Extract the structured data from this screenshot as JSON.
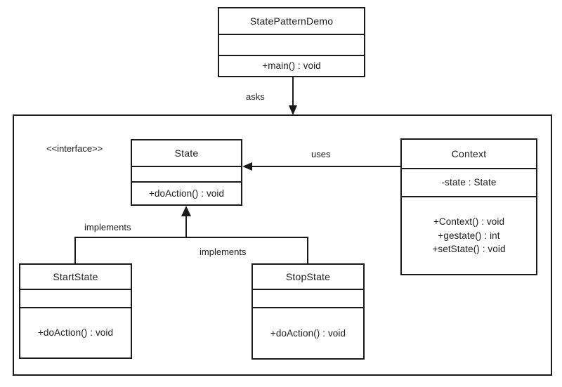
{
  "diagram": {
    "title": "StatePatternDemo",
    "kind": "uml-class-diagram",
    "stereotype_interface": "<<interface>>",
    "outer_frame_name": "pattern-scope-frame"
  },
  "classes": {
    "demo": {
      "name": "StatePatternDemo",
      "attributes": [],
      "methods": [
        "+main() : void"
      ]
    },
    "state": {
      "name": "State",
      "stereotype": "<<interface>>",
      "attributes": [],
      "methods": [
        "+doAction() : void"
      ]
    },
    "context": {
      "name": "Context",
      "attributes": [
        "-state : State"
      ],
      "methods": [
        "+Context() : void",
        "+gestate() : int",
        "+setState() : void"
      ]
    },
    "start_state": {
      "name": "StartState",
      "attributes": [],
      "methods": [
        "+doAction() : void"
      ]
    },
    "stop_state": {
      "name": "StopState",
      "attributes": [],
      "methods": [
        "+doAction() : void"
      ]
    }
  },
  "relations": {
    "asks": "asks",
    "uses": "uses",
    "implements_left": "implements",
    "implements_right": "implements"
  },
  "colors": {
    "stroke": "#1a1a1a",
    "text": "#1c1c1c",
    "background": "#ffffff",
    "box_fill": "#fefefe"
  }
}
